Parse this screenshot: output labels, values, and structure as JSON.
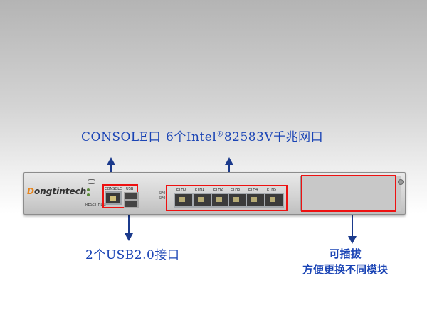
{
  "labels": {
    "console": "CONSOLE口",
    "ethernet_prefix": "6个Intel",
    "ethernet_reg": "®",
    "ethernet_suffix": "82583V千兆网口",
    "usb": "2个USB2.0接口",
    "module_line1": "可插拔",
    "module_line2": "方便更换不同模块"
  },
  "device": {
    "brand": "Dongtintech",
    "brand_initial": "D",
    "brand_rest": "ongtintech",
    "console_port_label": "CONSOLE",
    "usb_port_label": "USB",
    "reset_label": "RESET HDD",
    "sp_labels": [
      "SP0",
      "SP0"
    ],
    "eth_ports": [
      "ETH0",
      "ETH1",
      "ETH2",
      "ETH3",
      "ETH4",
      "ETH5"
    ]
  },
  "colors": {
    "label_text": "#1a44b5",
    "highlight_box": "#ee1111",
    "arrow": "#1b3a8c",
    "logo_accent": "#e8851d"
  }
}
